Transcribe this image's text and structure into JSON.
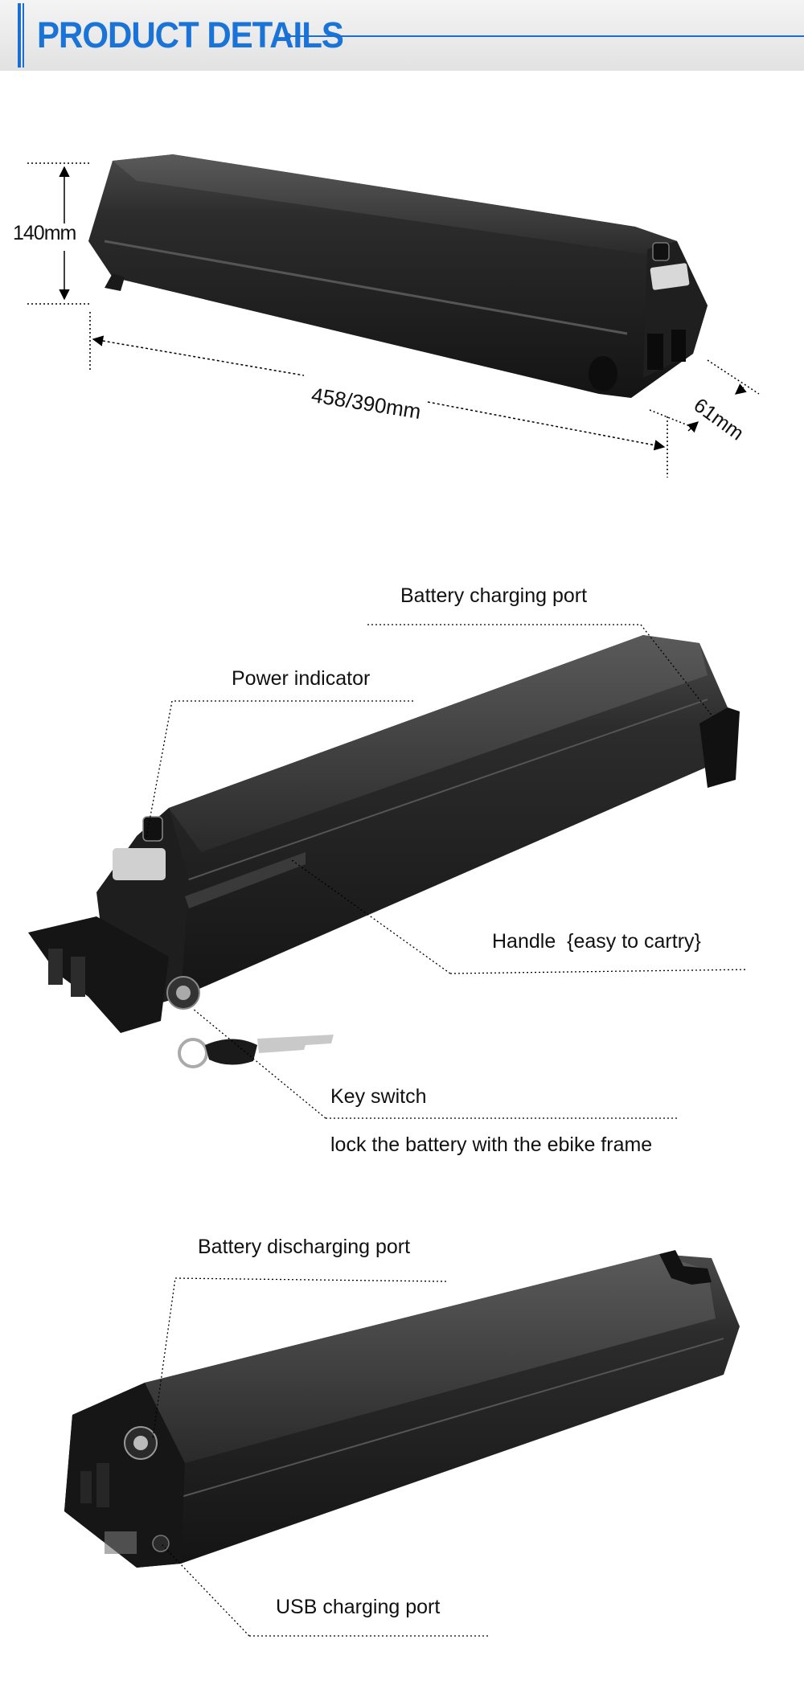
{
  "header": {
    "title": "PRODUCT DETAILS"
  },
  "dimensions": {
    "height": "140mm",
    "length": "458/390mm",
    "width": "61mm"
  },
  "callouts": {
    "charging_port": "Battery charging port",
    "power_indicator": "Power indicator",
    "handle": "Handle  {easy to cartry}",
    "key_switch": "Key switch",
    "key_switch_desc": "lock the battery with the ebike frame",
    "discharging_port": "Battery discharging port",
    "usb_port": "USB charging port"
  }
}
